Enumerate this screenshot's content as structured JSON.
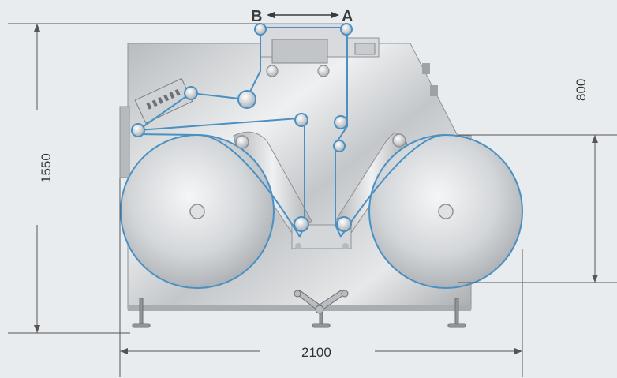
{
  "dimensions": {
    "height_total": "1550",
    "height_partial": "800",
    "width": "2100"
  },
  "web_direction": {
    "from_label": "B",
    "to_label": "A"
  },
  "colors": {
    "background": "#e9ecef",
    "machine_body": "#c9ccce",
    "web_path": "#4a90c2",
    "dimension_lines": "#555555"
  }
}
